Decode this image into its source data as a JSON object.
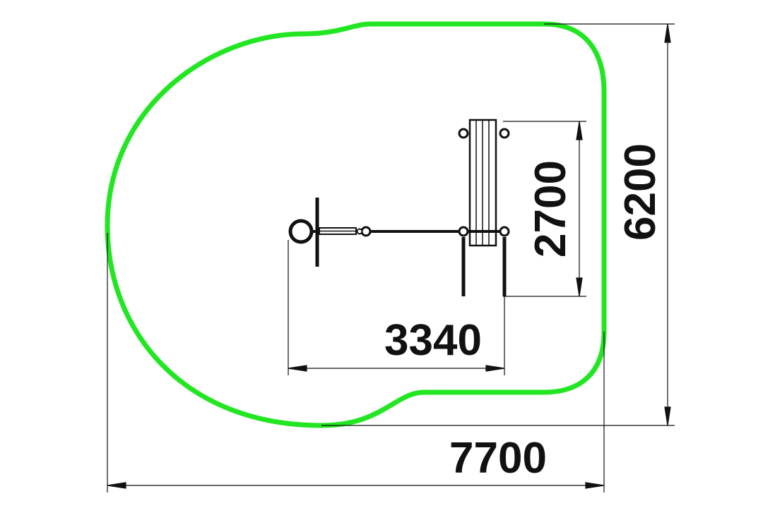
{
  "colors": {
    "boundary": "#22e622",
    "ink": "#111111",
    "background": "#ffffff"
  },
  "dimensions": {
    "overall_width": "7700",
    "overall_height": "6200",
    "equipment_width": "3340",
    "equipment_depth": "2700"
  }
}
